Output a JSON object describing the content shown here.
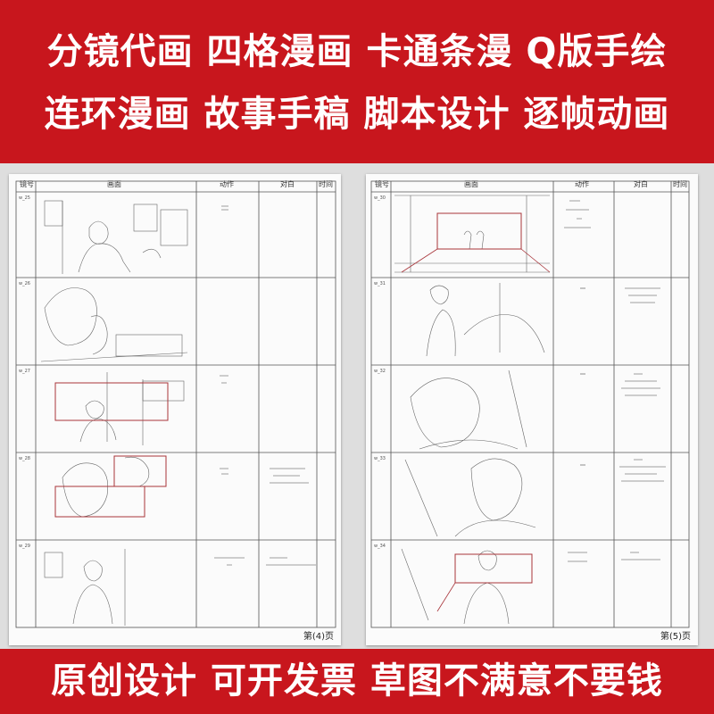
{
  "banner_top": {
    "line1": "分镜代画 四格漫画 卡通条漫 Q版手绘",
    "line2": "连环漫画 故事手稿 脚本设计 逐帧动画"
  },
  "banner_bottom": {
    "line1": "原创设计 可开发票 草图不满意不要钱"
  },
  "sheet_headers": {
    "shot": "镜号",
    "picture": "画面",
    "action": "动作",
    "dialogue": "对白",
    "time": "时间"
  },
  "left_sheet": {
    "page_label": "第(4)页"
  },
  "right_sheet": {
    "page_label": "第(5)页"
  },
  "colors": {
    "banner": "#c8161d",
    "frame_red": "#a8343a"
  }
}
